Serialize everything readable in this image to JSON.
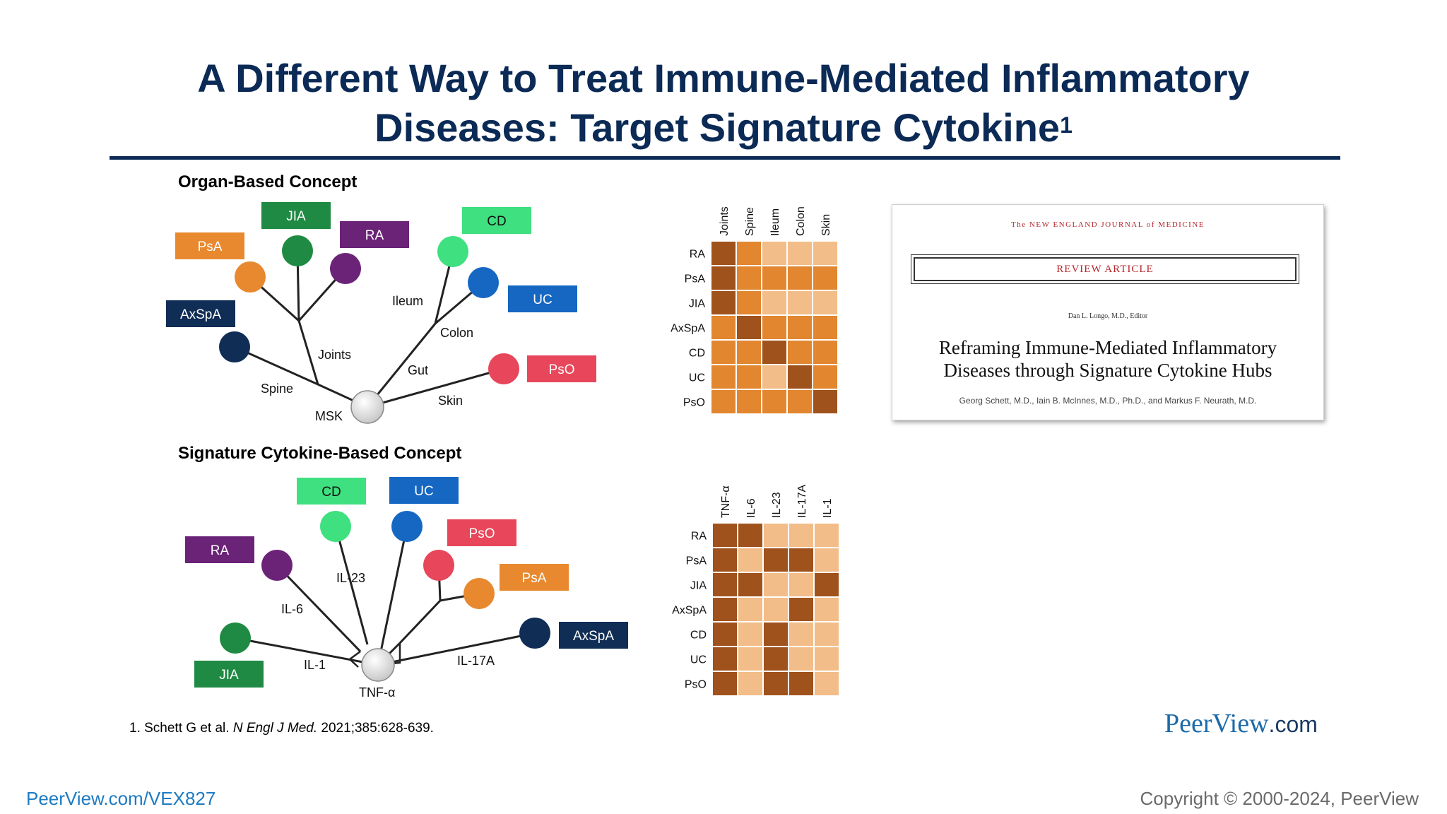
{
  "title": {
    "line1": "A Different Way to Treat Immune-Mediated Inflammatory",
    "line2": "Diseases: Target Signature Cytokine",
    "sup": "1"
  },
  "colors": {
    "title": "#0b2a55",
    "PsA": "#e8892f",
    "JIA": "#1f8a43",
    "RA": "#6b2378",
    "AxSpA": "#0f2d55",
    "CD": "#3ee07f",
    "UC": "#1567c2",
    "PsO": "#e8465a",
    "hub": "#e6e6e6",
    "heat_dark": "#a0521c",
    "heat_med": "#e2862f",
    "heat_light": "#f2bd88"
  },
  "organ": {
    "heading": "Organ-Based Concept",
    "labels": {
      "psa": "PsA",
      "jia": "JIA",
      "ra": "RA",
      "cd": "CD",
      "uc": "UC",
      "axspa": "AxSpA",
      "pso": "PsO"
    },
    "branches": {
      "ileum": "Ileum",
      "colon": "Colon",
      "joints": "Joints",
      "gut": "Gut",
      "spine": "Spine",
      "skin": "Skin",
      "msk": "MSK"
    }
  },
  "cytokine": {
    "heading": "Signature Cytokine-Based Concept",
    "labels": {
      "cd": "CD",
      "uc": "UC",
      "pso": "PsO",
      "ra": "RA",
      "psa": "PsA",
      "axspa": "AxSpA",
      "jia": "JIA"
    },
    "branches": {
      "il23": "IL-23",
      "il6": "IL-6",
      "il1": "IL-1",
      "il17a": "IL-17A",
      "tnf": "TNF-α"
    }
  },
  "chart_data": [
    {
      "type": "heatmap",
      "columns": [
        "Joints",
        "Spine",
        "Ileum",
        "Colon",
        "Skin"
      ],
      "rows": [
        "RA",
        "PsA",
        "JIA",
        "AxSpA",
        "CD",
        "UC",
        "PsO"
      ],
      "levels": [
        "light",
        "medium",
        "dark"
      ],
      "values": [
        [
          2,
          1,
          0,
          0,
          0
        ],
        [
          2,
          1,
          1,
          1,
          1
        ],
        [
          2,
          1,
          0,
          0,
          0
        ],
        [
          1,
          2,
          1,
          1,
          1
        ],
        [
          1,
          1,
          2,
          1,
          1
        ],
        [
          1,
          1,
          0,
          2,
          1
        ],
        [
          1,
          1,
          1,
          1,
          2
        ]
      ]
    },
    {
      "type": "heatmap",
      "columns": [
        "TNF-α",
        "IL-6",
        "IL-23",
        "IL-17A",
        "IL-1"
      ],
      "rows": [
        "RA",
        "PsA",
        "JIA",
        "AxSpA",
        "CD",
        "UC",
        "PsO"
      ],
      "levels": [
        "light",
        "dark"
      ],
      "values": [
        [
          1,
          1,
          0,
          0,
          0
        ],
        [
          1,
          0,
          1,
          1,
          0
        ],
        [
          1,
          1,
          0,
          0,
          1
        ],
        [
          1,
          0,
          0,
          1,
          0
        ],
        [
          1,
          0,
          1,
          0,
          0
        ],
        [
          1,
          0,
          1,
          0,
          0
        ],
        [
          1,
          0,
          1,
          1,
          0
        ]
      ]
    }
  ],
  "nejm": {
    "journal": "The NEW ENGLAND JOURNAL of MEDICINE",
    "type": "REVIEW ARTICLE",
    "editor": "Dan L. Longo, M.D., Editor",
    "title1": "Reframing Immune-Mediated Inflammatory",
    "title2": "Diseases through Signature Cytokine Hubs",
    "authors": "Georg Schett, M.D., Iain B. McInnes, M.D., Ph.D., and Markus F. Neurath, M.D."
  },
  "reference": {
    "prefix": "1. Schett G et al.",
    "journal": "N Engl J Med.",
    "detail": "2021;385:628-639."
  },
  "logo": {
    "main": "PeerView",
    "suffix": ".com"
  },
  "footer": {
    "url": "PeerView.com/VEX827",
    "copyright": "Copyright © 2000-2024, PeerView"
  }
}
